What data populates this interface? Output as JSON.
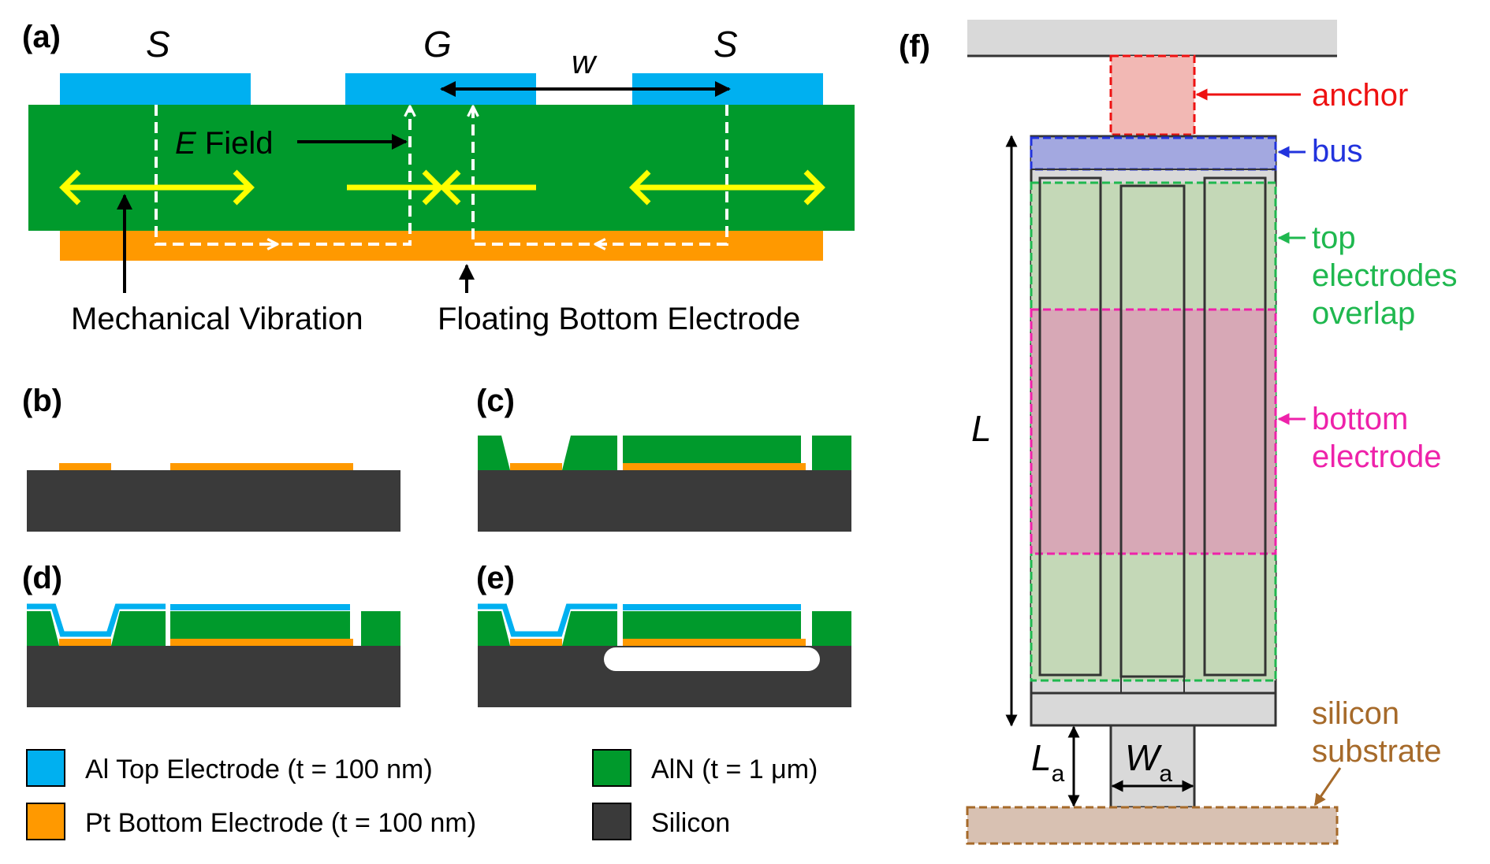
{
  "colors": {
    "al": "#00b0f0",
    "pt": "#ff9900",
    "aln": "#009a2c",
    "si": "#3a3a3a",
    "yellow": "#ffff00",
    "anchor": "#ee1111",
    "bus": "#2233dd",
    "top": "#1fb84f",
    "bottom": "#ee22aa",
    "substrate": "#a66a2a"
  },
  "panel_a": {
    "label": "(a)",
    "s_left": "S",
    "g": "G",
    "s_right": "S",
    "w": "w",
    "efield_italic": "E",
    "efield_text": " Field",
    "mech_vibration": "Mechanical Vibration",
    "floating_bottom": "Floating Bottom Electrode"
  },
  "panels": {
    "b": "(b)",
    "c": "(c)",
    "d": "(d)",
    "e": "(e)",
    "f": "(f)"
  },
  "legend": {
    "al": "Al Top Electrode (t = 100 nm)",
    "pt": "Pt Bottom Electrode (t = 100 nm)",
    "aln": "AlN (t = 1 μm)",
    "si": "Silicon"
  },
  "panel_f": {
    "anchor": "anchor",
    "bus": "bus",
    "top_1": "top",
    "top_2": "electrodes",
    "top_3": "overlap",
    "bottom_1": "bottom",
    "bottom_2": "electrode",
    "substrate_1": "silicon",
    "substrate_2": "substrate",
    "L": "L",
    "La_main": "L",
    "La_sub": "a",
    "Wa_main": "W",
    "Wa_sub": "a"
  }
}
